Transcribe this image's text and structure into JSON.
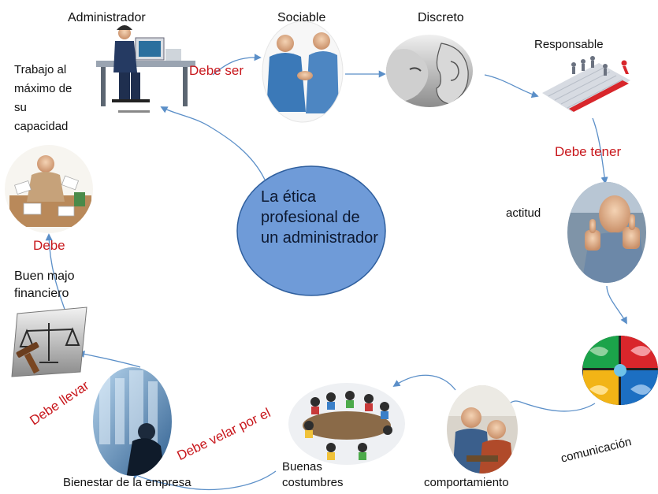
{
  "center": {
    "text": "La ética profesional de un administrador"
  },
  "nodes": {
    "administrador": "Administrador",
    "sociable": "Sociable",
    "discreto": "Discreto",
    "responsable": "Responsable",
    "actitud": "actitud",
    "comunicacion": "comunicación",
    "comportamiento": "comportamiento",
    "buenas_costumbres_1": "Buenas",
    "buenas_costumbres_2": "costumbres",
    "bienestar": "Bienestar de la empresa",
    "buen_majo_1": "Buen majo",
    "buen_majo_2": "financiero",
    "trabajo_1": "Trabajo al",
    "trabajo_2": "máximo de",
    "trabajo_3": "su",
    "trabajo_4": "capacidad"
  },
  "connectors": {
    "debe_ser": "Debe ser",
    "debe_tener": "Debe tener",
    "debe_velar": "Debe velar por el",
    "debe_llevar": "Debe llevar",
    "debe": "Debe"
  },
  "colors": {
    "center_fill": "#6f9bd8",
    "center_stroke": "#2f5f9e",
    "arrow": "#5b8fc8",
    "connector_text": "#c8171c"
  },
  "icons": [
    "administrator-desk-icon",
    "handshake-icon",
    "whisper-ear-icon",
    "stair-race-icon",
    "thumbs-up-icon",
    "faces-puzzle-icon",
    "meeting-people-icon",
    "classroom-meeting-icon",
    "businessman-window-icon",
    "scales-of-justice-icon",
    "stressed-worker-icon"
  ]
}
